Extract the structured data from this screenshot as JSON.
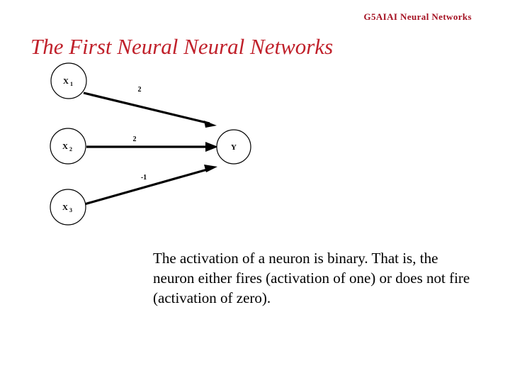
{
  "slide": {
    "header": "G5AIAI  Neural Networks",
    "title": "The First Neural Neural Networks",
    "body": "The activation of a neuron is binary. That is, the neuron either fires (activation of one) or does not fire (activation of zero).",
    "colors": {
      "header_red": "#a41122",
      "title_red": "#c0202a",
      "ink": "#000000",
      "background": "#ffffff"
    }
  },
  "diagram": {
    "inputs": [
      {
        "base": "X",
        "sub": "1",
        "label": "X1"
      },
      {
        "base": "X",
        "sub": "2",
        "label": "X2"
      },
      {
        "base": "X",
        "sub": "3",
        "label": "X3"
      }
    ],
    "output": {
      "base": "Y",
      "sub": "",
      "label": "Y"
    },
    "weights": [
      {
        "from": "X1",
        "to": "Y",
        "value": "2"
      },
      {
        "from": "X2",
        "to": "Y",
        "value": "2"
      },
      {
        "from": "X3",
        "to": "Y",
        "value": "-1"
      }
    ]
  }
}
